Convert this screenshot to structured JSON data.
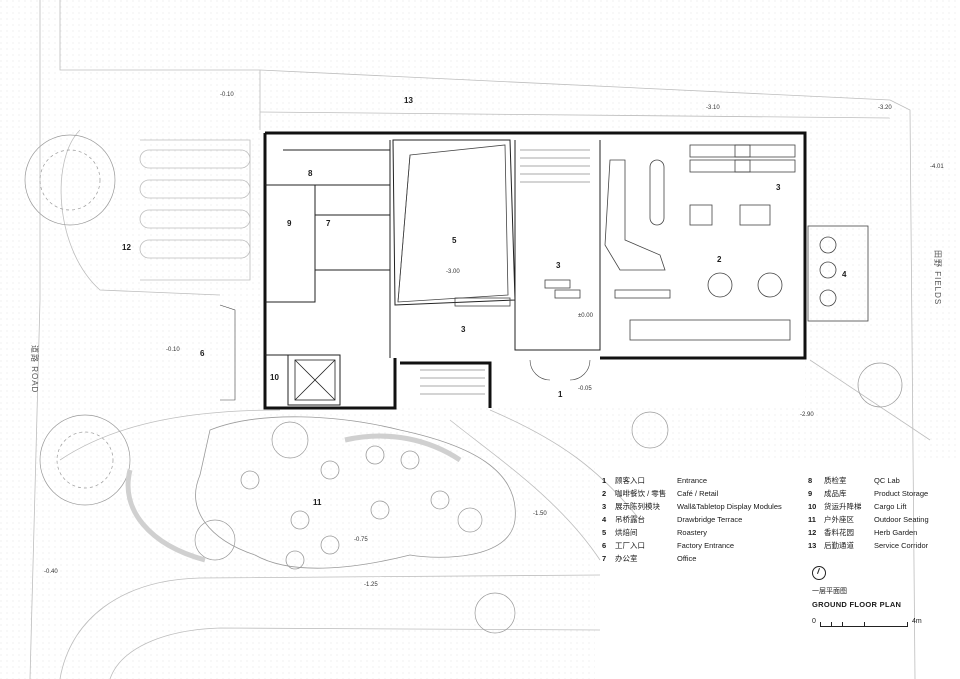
{
  "rooms": {
    "r1": "1",
    "r2": "2",
    "r3a": "3",
    "r3b": "3",
    "r3c": "3",
    "r4": "4",
    "r5": "5",
    "r6": "6",
    "r7": "7",
    "r8": "8",
    "r9": "9",
    "r10": "10",
    "r11": "11",
    "r12": "12",
    "r13": "13"
  },
  "levels": {
    "l1": "-0.10",
    "l2": "-3.10",
    "l3": "-3.20",
    "l4": "-4.01",
    "l5": "-3.00",
    "l6": "±0.00",
    "l7": "-0.05",
    "l8": "-0.10",
    "l9": "-2.90",
    "l10": "-1.50",
    "l11": "-0.75",
    "l12": "-0.40",
    "l13": "-1.25"
  },
  "side_labels": {
    "road": "道路 ROAD",
    "fields": "田野 FIELDS"
  },
  "legend": [
    {
      "num": "1",
      "zh": "顾客入口",
      "en": "Entrance"
    },
    {
      "num": "2",
      "zh": "咖啡餐饮 / 零售",
      "en": "Café / Retail"
    },
    {
      "num": "3",
      "zh": "展示陈列模块",
      "en": "Wall&Tabletop Display Modules"
    },
    {
      "num": "4",
      "zh": "吊桥露台",
      "en": "Drawbridge Terrace"
    },
    {
      "num": "5",
      "zh": "烘焙间",
      "en": "Roastery"
    },
    {
      "num": "6",
      "zh": "工厂入口",
      "en": "Factory Entrance"
    },
    {
      "num": "7",
      "zh": "办公室",
      "en": "Office"
    },
    {
      "num": "8",
      "zh": "质检室",
      "en": "QC Lab"
    },
    {
      "num": "9",
      "zh": "成品库",
      "en": "Product Storage"
    },
    {
      "num": "10",
      "zh": "货运升降梯",
      "en": "Cargo Lift"
    },
    {
      "num": "11",
      "zh": "户外座区",
      "en": "Outdoor Seating"
    },
    {
      "num": "12",
      "zh": "香料花园",
      "en": "Herb Garden"
    },
    {
      "num": "13",
      "zh": "后勤通道",
      "en": "Service Corridor"
    }
  ],
  "plan_title": {
    "zh": "一层平面图",
    "en": "GROUND FLOOR PLAN"
  },
  "scale": {
    "start": "0",
    "end": "4m"
  }
}
